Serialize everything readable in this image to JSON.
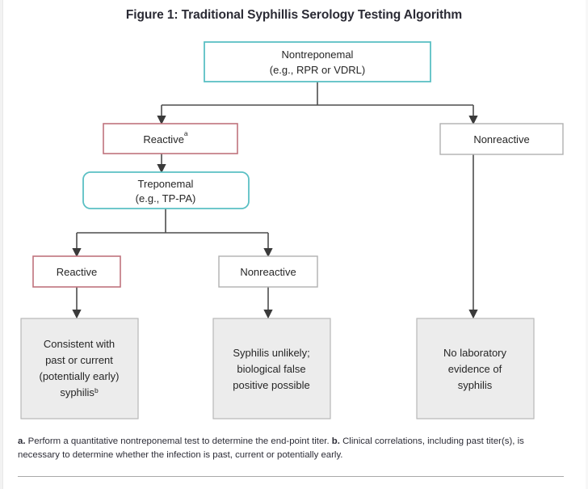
{
  "figure": {
    "title": "Figure 1: Traditional Syphillis Serology Testing Algorithm"
  },
  "colors": {
    "teal_border": "#5bc0c4",
    "red_border": "#c0737d",
    "gray_border": "#b0b0b0",
    "gray_fill": "#ececec",
    "connector": "#4d4d4d",
    "text": "#262626",
    "title": "#2b2b35"
  },
  "nodes": {
    "nontreponemal": {
      "line1": "Nontreponemal",
      "line2": "(e.g., RPR or VDRL)",
      "border": "teal",
      "shape": "rect",
      "fill": "white"
    },
    "reactive_primary": {
      "line1": "Reactive",
      "superscript": "a",
      "border": "red",
      "shape": "rect",
      "fill": "white"
    },
    "nonreactive_primary": {
      "line1": "Nonreactive",
      "border": "gray",
      "shape": "rect",
      "fill": "white"
    },
    "treponemal": {
      "line1": "Treponemal",
      "line2": "(e.g., TP-PA)",
      "border": "teal",
      "shape": "rounded-rect",
      "fill": "white"
    },
    "reactive_secondary": {
      "line1": "Reactive",
      "border": "red",
      "shape": "rect",
      "fill": "white"
    },
    "nonreactive_secondary": {
      "line1": "Nonreactive",
      "border": "gray",
      "shape": "rect",
      "fill": "white"
    },
    "outcome_consistent": {
      "line1": "Consistent with",
      "line2": "past or current",
      "line3": "(potentially early)",
      "line4": "syphilis",
      "superscript": "b",
      "border": "gray",
      "shape": "rect",
      "fill": "gray"
    },
    "outcome_unlikely": {
      "line1": "Syphilis unlikely;",
      "line2": "biological false",
      "line3": "positive possible",
      "border": "gray",
      "shape": "rect",
      "fill": "gray"
    },
    "outcome_no_evidence": {
      "line1": "No laboratory",
      "line2": "evidence of",
      "line3": "syphilis",
      "border": "gray",
      "shape": "rect",
      "fill": "gray"
    }
  },
  "footnote": {
    "marker_a": "a.",
    "text_a": " Perform a quantitative nontreponemal test to determine the end-point titer. ",
    "marker_b": "b.",
    "text_b": " Clinical correlations, including past titer(s), is necessary to determine whether the infection is past, current or potentially early."
  }
}
